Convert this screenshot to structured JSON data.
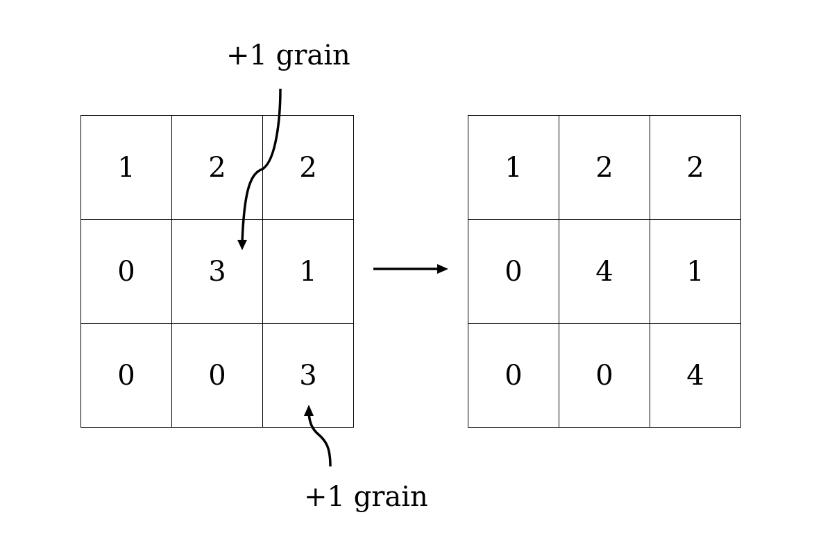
{
  "before_grid": {
    "rows": [
      [
        "1",
        "2",
        "2"
      ],
      [
        "0",
        "3",
        "1"
      ],
      [
        "0",
        "0",
        "3"
      ]
    ]
  },
  "after_grid": {
    "rows": [
      [
        "1",
        "2",
        "2"
      ],
      [
        "0",
        "4",
        "1"
      ],
      [
        "0",
        "0",
        "4"
      ]
    ]
  },
  "annotations": {
    "top_label": "+1 grain",
    "bottom_label": "+1 grain"
  },
  "colors": {
    "stroke": "#000000",
    "background": "#ffffff"
  }
}
